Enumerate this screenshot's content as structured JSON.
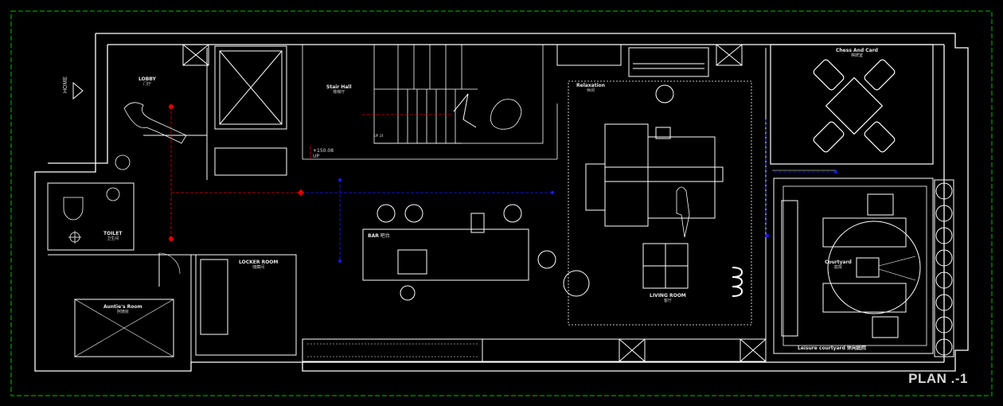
{
  "drawing": {
    "title": "PLAN .-1",
    "home_label": "HOME",
    "elevation": {
      "value": "+150.08",
      "direction": "UP"
    },
    "stair_tag": "UP 24"
  },
  "rooms": {
    "lobby": {
      "en": "LOBBY",
      "cn": "门厅"
    },
    "stair_hall": {
      "en": "Stair Hall",
      "cn": "楼梯厅"
    },
    "relaxation": {
      "en": "Relaxation",
      "cn": "休闲"
    },
    "chess_card": {
      "en": "Chess And Card",
      "cn": "棋牌室"
    },
    "toilet": {
      "en": "TOILET",
      "cn": "卫生间"
    },
    "bar": {
      "en": "BAR",
      "cn": "吧台"
    },
    "locker_room": {
      "en": "LOCKER ROOM",
      "cn": "储藏间"
    },
    "aunties_room": {
      "en": "Auntie's Room",
      "cn": "阿姨房"
    },
    "living_room": {
      "en": "LIVING ROOM",
      "cn": "客厅"
    },
    "courtyard": {
      "en": "Courtyard",
      "cn": "庭院"
    },
    "leisure_courtyard": {
      "en": "Leisure courtyard",
      "cn": "休闲庭院"
    }
  },
  "colors": {
    "background": "#000000",
    "frame": "#00c000",
    "wall": "#ffffff",
    "line_red": "#e00000",
    "line_blue": "#1a1aff"
  }
}
